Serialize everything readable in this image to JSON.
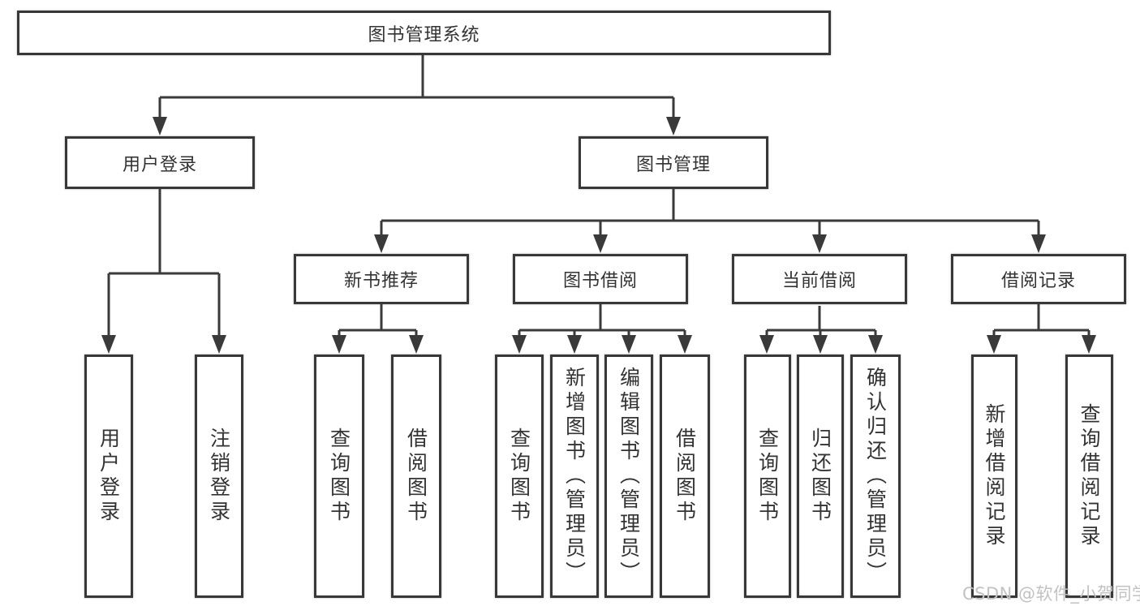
{
  "diagram": {
    "type": "hierarchy-tree",
    "root": {
      "label": "图书管理系统",
      "children": [
        {
          "label": "用户登录",
          "children": [
            {
              "label": "用户登录"
            },
            {
              "label": "注销登录"
            }
          ]
        },
        {
          "label": "图书管理",
          "children": [
            {
              "label": "新书推荐",
              "children": [
                {
                  "label": "查询图书"
                },
                {
                  "label": "借阅图书"
                }
              ]
            },
            {
              "label": "图书借阅",
              "children": [
                {
                  "label": "查询图书"
                },
                {
                  "label": "新增图书（管理员）"
                },
                {
                  "label": "编辑图书（管理员）"
                },
                {
                  "label": "借阅图书"
                }
              ]
            },
            {
              "label": "当前借阅",
              "children": [
                {
                  "label": "查询图书"
                },
                {
                  "label": "归还图书"
                },
                {
                  "label": "确认归还（管理员）"
                }
              ]
            },
            {
              "label": "借阅记录",
              "children": [
                {
                  "label": "新增借阅记录"
                },
                {
                  "label": "查询借阅记录"
                }
              ]
            }
          ]
        }
      ]
    }
  },
  "watermark": {
    "text": "CSDN @软件_小贺同学"
  },
  "colors": {
    "line": "#3a3a3a",
    "box_border": "#383838",
    "text": "#333333",
    "background": "#ffffff",
    "watermark": "#c2c2c2"
  }
}
